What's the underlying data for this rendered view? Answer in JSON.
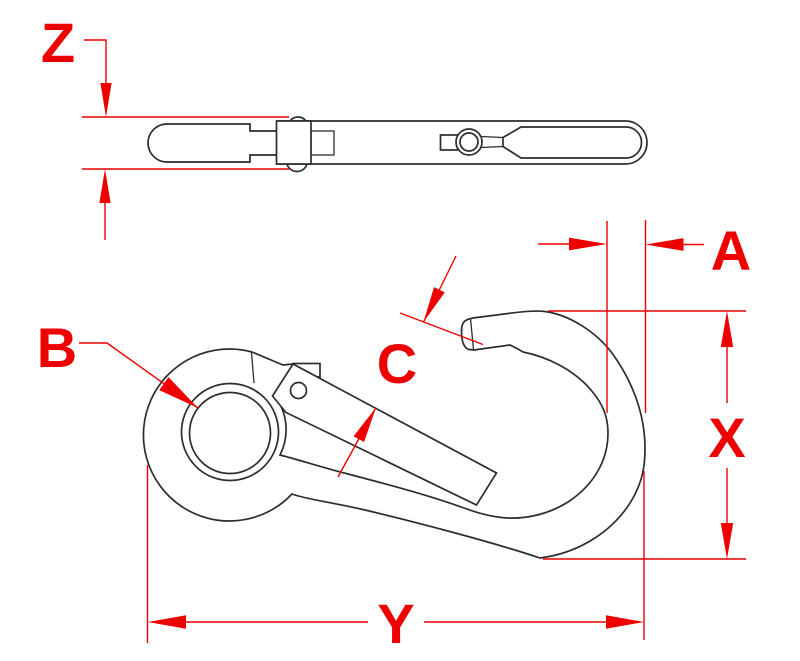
{
  "drawing": {
    "kind": "technical dimension drawing of a spring snap hook (carabiner), two views",
    "colors": {
      "dimension_red": "#ee0000",
      "outline_black": "#2d2d2d",
      "background": "#ffffff"
    },
    "dimensions": {
      "z": {
        "label": "Z"
      },
      "a": {
        "label": "A"
      },
      "b": {
        "label": "B"
      },
      "c": {
        "label": "C"
      },
      "x": {
        "label": "X"
      },
      "y": {
        "label": "Y"
      }
    }
  }
}
